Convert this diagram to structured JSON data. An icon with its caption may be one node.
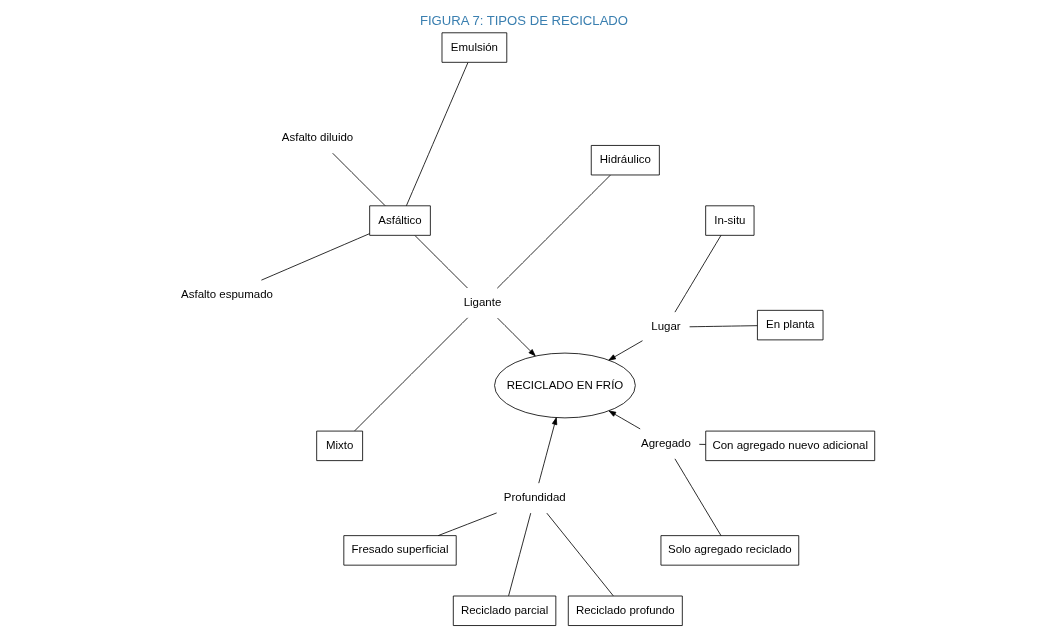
{
  "diagram": {
    "title": "FIGURA 7: TIPOS DE RECICLADO",
    "nodes": [
      {
        "text": [
          "RECICLADO EN FRÍO"
        ]
      },
      {
        "text": [
          "Lugar"
        ]
      },
      {
        "text": [
          "En planta"
        ]
      },
      {
        "text": [
          "In-situ"
        ]
      },
      {
        "text": [
          "Ligante"
        ]
      },
      {
        "text": [
          "Hidráulico"
        ]
      },
      {
        "text": [
          "Asfáltico"
        ]
      },
      {
        "text": [
          "Mixto"
        ]
      },
      {
        "text": [
          "Emulsión"
        ]
      },
      {
        "text": [
          "Asfalto diluido"
        ]
      },
      {
        "text": [
          "Asfalto espumado"
        ]
      },
      {
        "text": [
          "Profundidad"
        ]
      },
      {
        "text": [
          "Fresado superficial"
        ]
      },
      {
        "text": [
          "Reciclado parcial"
        ]
      },
      {
        "text": [
          "Reciclado profundo"
        ]
      },
      {
        "text": [
          "Agregado"
        ]
      },
      {
        "text": [
          "Solo agregado reciclado"
        ]
      },
      {
        "text": [
          "Con agregado nuevo adicional"
        ]
      }
    ],
    "edges": [
      {
        "from": 1,
        "to": 0,
        "arrow": "to"
      },
      {
        "from": 4,
        "to": 0,
        "arrow": "to"
      },
      {
        "from": 11,
        "to": 0,
        "arrow": "to"
      },
      {
        "from": 15,
        "to": 0,
        "arrow": "to"
      },
      {
        "from": 2,
        "to": 1,
        "arrow": "none"
      },
      {
        "from": 3,
        "to": 1,
        "arrow": "none"
      },
      {
        "from": 5,
        "to": 4,
        "arrow": "none"
      },
      {
        "from": 6,
        "to": 4,
        "arrow": "none"
      },
      {
        "from": 7,
        "to": 4,
        "arrow": "none"
      },
      {
        "from": 9,
        "to": 6,
        "arrow": "none"
      },
      {
        "from": 8,
        "to": 6,
        "arrow": "none"
      },
      {
        "from": 10,
        "to": 6,
        "arrow": "none"
      },
      {
        "from": 12,
        "to": 11,
        "arrow": "none"
      },
      {
        "from": 13,
        "to": 11,
        "arrow": "none"
      },
      {
        "from": 14,
        "to": 11,
        "arrow": "none"
      },
      {
        "from": 16,
        "to": 15,
        "arrow": "none"
      },
      {
        "from": 17,
        "to": 15,
        "arrow": "none"
      }
    ]
  }
}
